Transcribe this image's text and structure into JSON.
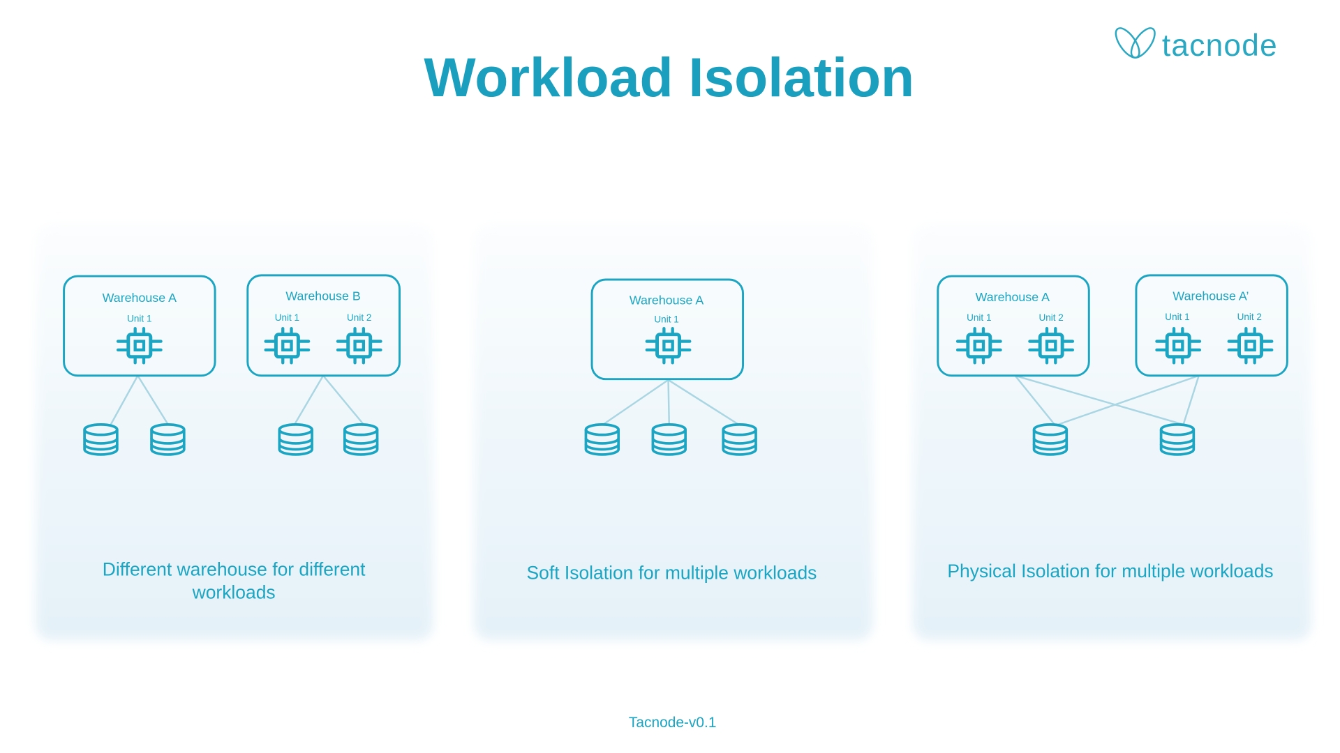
{
  "title": "Workload Isolation",
  "logo": {
    "text": "tacnode"
  },
  "colors": {
    "accent": "#1ba5c2",
    "link": "#a9d6e2",
    "panel_bottom": "#e4f1f8"
  },
  "panels": [
    {
      "caption_lines": [
        "Different warehouse for different",
        "workloads"
      ],
      "warehouses": [
        {
          "label": "Warehouse A",
          "units": [
            "Unit 1"
          ]
        },
        {
          "label": "Warehouse B",
          "units": [
            "Unit 1",
            "Unit 2"
          ]
        }
      ]
    },
    {
      "caption_lines": [
        "Soft Isolation for multiple workloads"
      ],
      "warehouses": [
        {
          "label": "Warehouse A",
          "units": [
            "Unit 1"
          ]
        }
      ]
    },
    {
      "caption_lines": [
        "Physical Isolation for multiple workloads"
      ],
      "warehouses": [
        {
          "label": "Warehouse A",
          "units": [
            "Unit 1",
            "Unit 2"
          ]
        },
        {
          "label": "Warehouse A’",
          "units": [
            "Unit 1",
            "Unit 2"
          ]
        }
      ]
    }
  ],
  "footer": "Tacnode-v0.1"
}
